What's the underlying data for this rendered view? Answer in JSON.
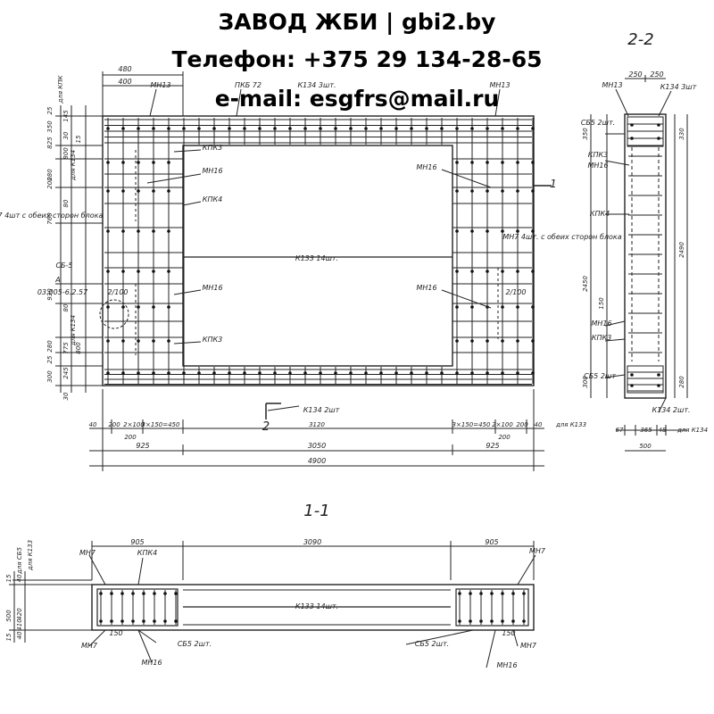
{
  "header": {
    "line1": "ЗАВОД ЖБИ | gbi2.by",
    "line2": "Телефон: +375 29 134-28-65",
    "line3": "e-mail: esgfrs@mail.ru"
  },
  "section_labels": {
    "s22": "2-2",
    "s11": "1-1",
    "cut_1": "1",
    "cut_2": "2"
  },
  "plan": {
    "top_dims": [
      "480",
      "400"
    ],
    "top_marks": [
      "МН13",
      "ПКБ 72",
      "К134 3шт.",
      "МН13"
    ],
    "left_dims": [
      "25",
      "350",
      "145",
      "30",
      "15",
      "825",
      "280",
      "800",
      "200",
      "80",
      "760",
      "930",
      "80",
      "280",
      "775",
      "25",
      "245",
      "300",
      "30",
      "800"
    ],
    "left_notes": [
      "для КПК",
      "для К134",
      "для К134"
    ],
    "labels": [
      "КПК3",
      "МН16",
      "МН16",
      "КПК4",
      "МН7 4шт с обеих сторон блока",
      "МН7 4шт. с обеих сторон блока",
      "К133 14шт.",
      "СБ-5",
      "А",
      "03.005-6.2.57",
      "МН16",
      "МН16",
      "2/100",
      "2/100",
      "КПК3",
      "К134 2шт"
    ],
    "bottom_dims_row1": [
      "40",
      "200",
      "2×100",
      "3×150=450",
      "3120",
      "3×150=450",
      "2×100",
      "200",
      "40",
      "для К133"
    ],
    "bottom_dims_row1b": [
      "200",
      "200"
    ],
    "bottom_dims_row2": [
      "925",
      "3050",
      "925"
    ],
    "bottom_dims_row3": [
      "4900"
    ]
  },
  "section22": {
    "top_dims": [
      "250",
      "250"
    ],
    "labels": [
      "МН13",
      "К134 3шт",
      "СБ5 2шт.",
      "КПК3",
      "МН16",
      "КПК4",
      "МН16",
      "КПК3",
      "СБ5 2шт",
      "К134 2шт."
    ],
    "left_dims": [
      "350",
      "2450",
      "300",
      "150"
    ],
    "right_dims": [
      "330",
      "2490",
      "280"
    ],
    "bottom_dims": [
      "67",
      "365",
      "48",
      "для К134",
      "500"
    ]
  },
  "section11": {
    "top_dims": [
      "905",
      "3090",
      "905"
    ],
    "left_dims": [
      "15",
      "40",
      "500",
      "420",
      "410",
      "40",
      "15"
    ],
    "left_notes": [
      "для СБ5",
      "для К133"
    ],
    "labels": [
      "МН7",
      "КПК4",
      "МН7",
      "К133 14шт.",
      "МН7",
      "МН7",
      "СБ5 2шт.",
      "СБ5 2шт.",
      "МН16",
      "МН16",
      "150",
      "150"
    ]
  }
}
